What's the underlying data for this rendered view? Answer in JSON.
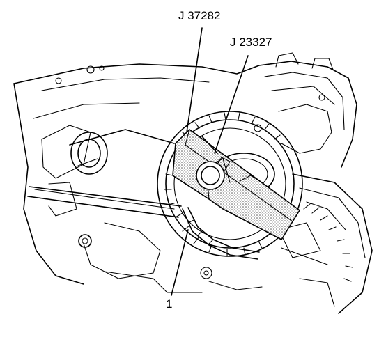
{
  "callouts": {
    "tool_a": "J 37282",
    "tool_b": "J 23327",
    "item_1": "1"
  },
  "colors": {
    "ink": "#000000",
    "background": "#ffffff",
    "tool_shading": "#c8c8c8"
  }
}
